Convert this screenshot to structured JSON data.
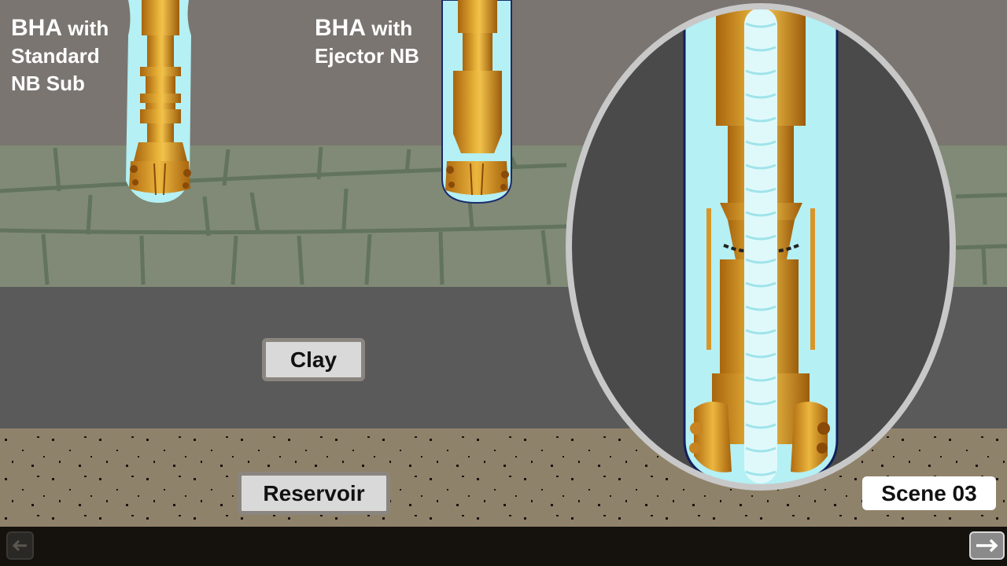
{
  "labels": {
    "standard": {
      "line1_bold": "BHA",
      "line1_rest": " with",
      "line2": "Standard",
      "line3": "NB Sub"
    },
    "ejector": {
      "line1_bold": "BHA",
      "line1_rest": " with",
      "line2": "Ejector NB"
    }
  },
  "layers": {
    "clay": "Clay",
    "reservoir": "Reservoir"
  },
  "scene_badge": "Scene 03",
  "nav": {
    "prev_icon": "arrow-left-icon",
    "next_icon": "arrow-right-icon"
  },
  "colors": {
    "overburden": "#7a7570",
    "shale": "#808a76",
    "clay": "#5a5a5a",
    "reservoir": "#8f826a",
    "mud": "#b4f0f4",
    "tool": "#d7962a",
    "lens_bg": "#4a4a4a"
  }
}
